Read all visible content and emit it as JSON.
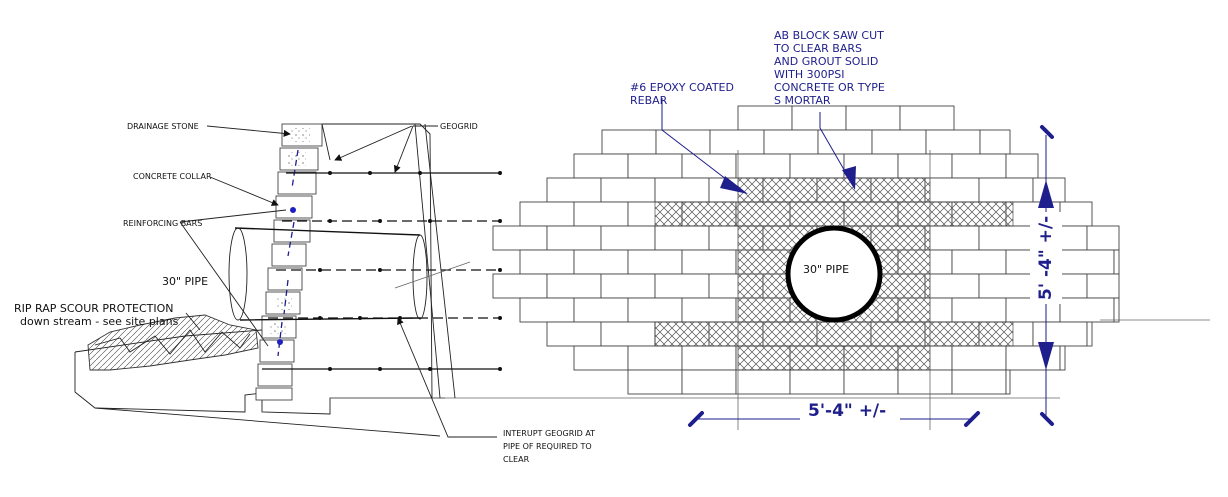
{
  "colors": {
    "ink": "#111111",
    "annotation_blue": "#1e1e8c",
    "hatch": "#555555",
    "reinforcing_bar": "#2020c0"
  },
  "section_view": {
    "labels": {
      "drainage_stone": "DRAINAGE STONE",
      "geogrid": "GEOGRID",
      "concrete_collar": "CONCRETE COLLAR",
      "reinforcing_bars": "REINFORCING BARS",
      "pipe": "30\" PIPE",
      "riprap_line1": "RIP RAP SCOUR PROTECTION",
      "riprap_line2": "down stream - see site plans",
      "interrupt_line1": "INTERUPT GEOGRID AT",
      "interrupt_line2": "PIPE OF REQUIRED TO",
      "interrupt_line3": "CLEAR"
    }
  },
  "elevation_view": {
    "epoxy_line1": "#6 EPOXY COATED",
    "epoxy_line2": "REBAR",
    "saw_line1": "AB BLOCK SAW CUT",
    "saw_line2": "TO CLEAR BARS",
    "saw_line3": "AND GROUT SOLID",
    "saw_line4": "WITH 300PSI",
    "saw_line5": "CONCRETE OR TYPE",
    "saw_line6": "S MORTAR",
    "pipe_label": "30\" PIPE",
    "dim_horizontal": "5'-4\" +/-",
    "dim_vertical": "5' -4\" +/-"
  }
}
